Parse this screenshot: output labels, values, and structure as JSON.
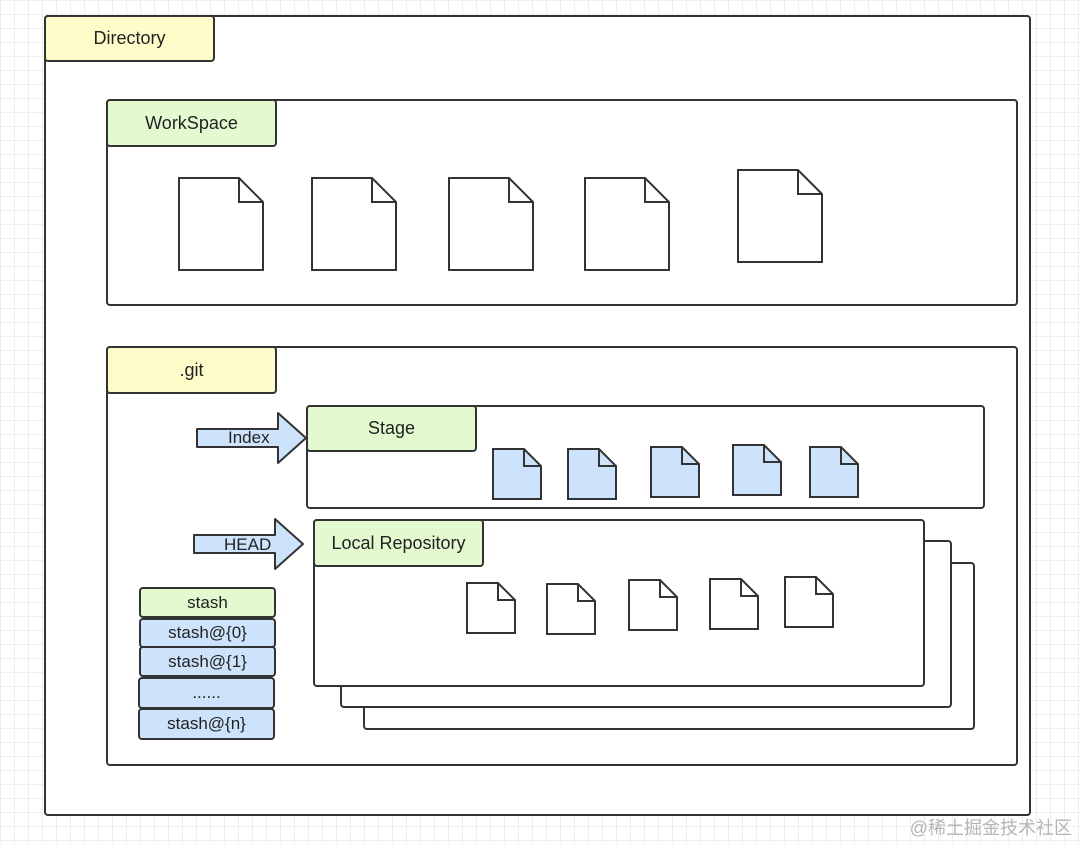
{
  "directory": {
    "label": "Directory"
  },
  "workspace": {
    "label": "WorkSpace"
  },
  "git": {
    "label": ".git"
  },
  "stage": {
    "label": "Stage",
    "pointer_label": "Index"
  },
  "local_repo": {
    "label": "Local Repository",
    "pointer_label": "HEAD"
  },
  "stash": {
    "header": "stash",
    "entries": [
      "stash@{0}",
      "stash@{1}",
      "......",
      "stash@{n}"
    ]
  },
  "watermark": "@稀土掘金技术社区",
  "colors": {
    "yellow_tag": "#fefcc9",
    "green_tag": "#e3f9cf",
    "blue_fill": "#cde3fb",
    "stroke": "#333333"
  }
}
